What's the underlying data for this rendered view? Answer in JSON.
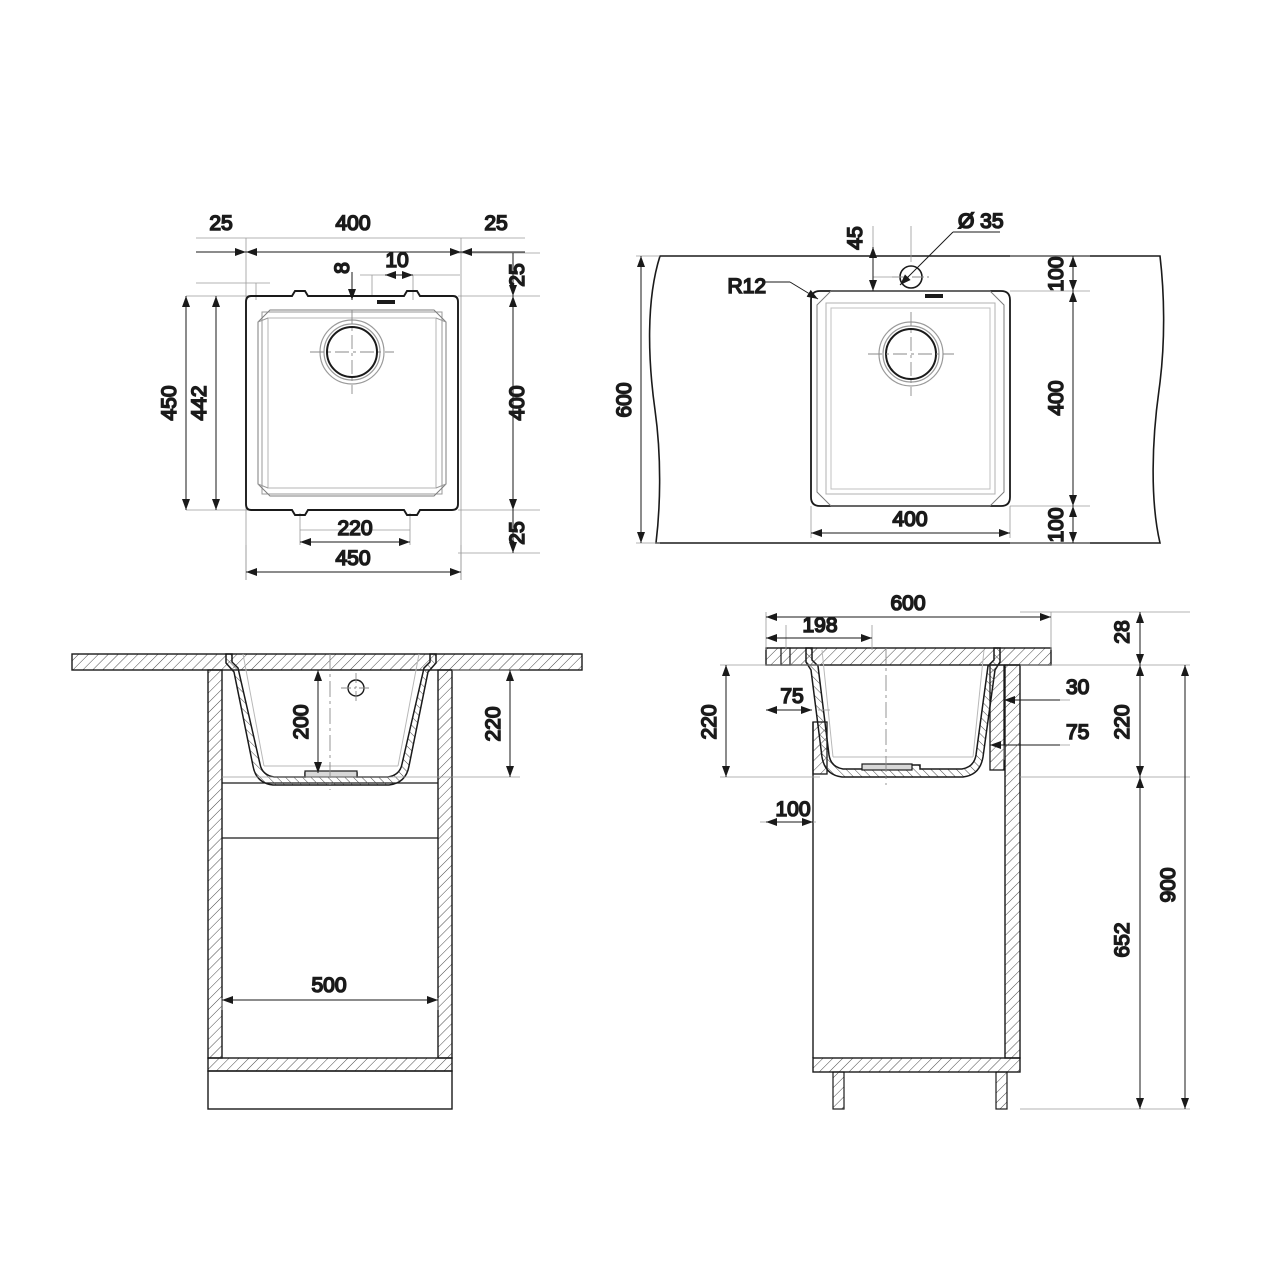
{
  "drawing": {
    "type": "technical-drawing",
    "subject": "undermount kitchen sink installation drawing",
    "units": "mm",
    "line_color": "#1a1a1a",
    "thin_line_color": "#8a8a8a",
    "hatch_color": "#4a4a4a",
    "background": "#ffffff"
  },
  "views": {
    "top_left": {
      "name": "sink-top-view",
      "dimensions": {
        "left_margin": "25",
        "bowl_width": "400",
        "right_margin": "25",
        "clip_offset_8": "8",
        "clip_width_10": "10",
        "top_margin": "25",
        "overall_height_450": "450",
        "inner_height_442": "442",
        "bowl_height_400": "400",
        "bottom_margin_25": "25",
        "clip_span_220": "220",
        "overall_width_450": "450"
      }
    },
    "top_right": {
      "name": "worktop-cutout-top-view",
      "dimensions": {
        "worktop_depth_600": "600",
        "taphole_offset_45": "45",
        "taphole_diameter": "Ø 35",
        "corner_radius": "R12",
        "front_margin_100": "100",
        "cutout_height_400": "400",
        "back_margin_100": "100",
        "cutout_width_400": "400"
      }
    },
    "bottom_left": {
      "name": "sink-front-section-view",
      "dimensions": {
        "bowl_depth_200": "200",
        "underside_220": "220",
        "cabinet_width_500": "500"
      }
    },
    "bottom_right": {
      "name": "sink-side-section-view",
      "dimensions": {
        "cabinet_depth_600": "600",
        "bowl_front_198": "198",
        "worktop_thickness_28": "28",
        "left_offset_75": "75",
        "bowl_height_220_left": "220",
        "right_gap_30": "30",
        "right_offset_75": "75",
        "bowl_height_220_right": "220",
        "plinth_setback_100": "100",
        "cabinet_body_652": "652",
        "total_height_900": "900"
      }
    }
  }
}
